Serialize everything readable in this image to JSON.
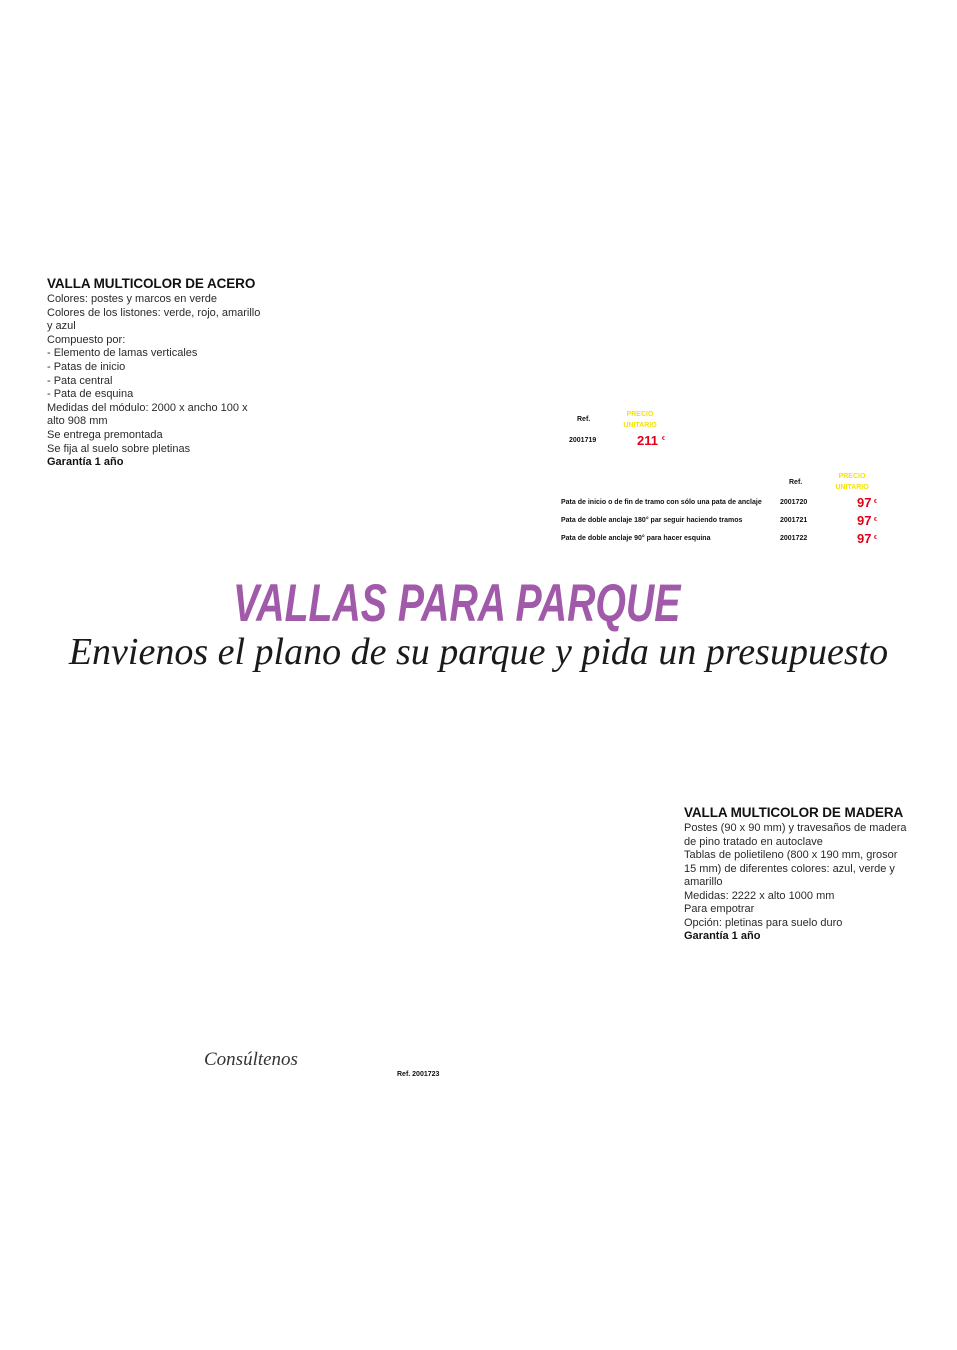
{
  "colors": {
    "accent_purple": "#a15aa9",
    "price_red": "#e2001a",
    "label_yellow": "#f5e300"
  },
  "steel_fence": {
    "title": "VALLA MULTICOLOR DE ACERO",
    "lines": [
      "Colores: postes y marcos en verde",
      "Colores de los listones: verde, rojo, amarillo",
      "y azul",
      "Compuesto por:",
      "- Elemento de lamas verticales",
      "- Patas de inicio",
      "- Pata central",
      "- Pata de esquina",
      "Medidas del módulo: 2000 x ancho 100 x",
      "alto 908 mm",
      "Se entrega premontada",
      "Se fija al suelo sobre pletinas"
    ],
    "warranty": "Garantía 1 año"
  },
  "steel_price_table": {
    "ref_header": "Ref.",
    "price_header": [
      "PRECIO",
      "UNITARIO"
    ],
    "rows": [
      {
        "ref": "2001719",
        "price": "211",
        "currency": "€"
      }
    ]
  },
  "accessory_price_table": {
    "ref_header": "Ref.",
    "price_header": [
      "PRECIO",
      "UNITARIO"
    ],
    "rows": [
      {
        "description": "Pata de inicio o de fin de tramo con sólo una pata de anclaje",
        "ref": "2001720",
        "price": "97",
        "currency": "€"
      },
      {
        "description": "Pata de doble anclaje 180° par seguir haciendo tramos",
        "ref": "2001721",
        "price": "97",
        "currency": "€"
      },
      {
        "description": "Pata de doble anclaje 90° para hacer esquina",
        "ref": "2001722",
        "price": "97",
        "currency": "€"
      }
    ]
  },
  "banner": {
    "title": "VALLAS PARA PARQUE",
    "subtitle": "Envienos el plano de su parque y pida un presupuesto"
  },
  "wood_fence": {
    "title": "VALLA MULTICOLOR DE MADERA",
    "lines": [
      "Postes (90 x 90 mm) y travesaños de madera",
      "de pino tratado en autoclave",
      "Tablas de polietileno (800 x 190 mm, grosor",
      "15 mm) de diferentes colores: azul, verde y",
      "amarillo",
      "Medidas: 2222 x alto 1000 mm",
      "Para empotrar",
      "Opción: pletinas para suelo duro"
    ],
    "warranty": "Garantía 1 año"
  },
  "wood_fence_pricing": {
    "price_text": "Consúltenos",
    "ref": "Ref. 2001723"
  }
}
